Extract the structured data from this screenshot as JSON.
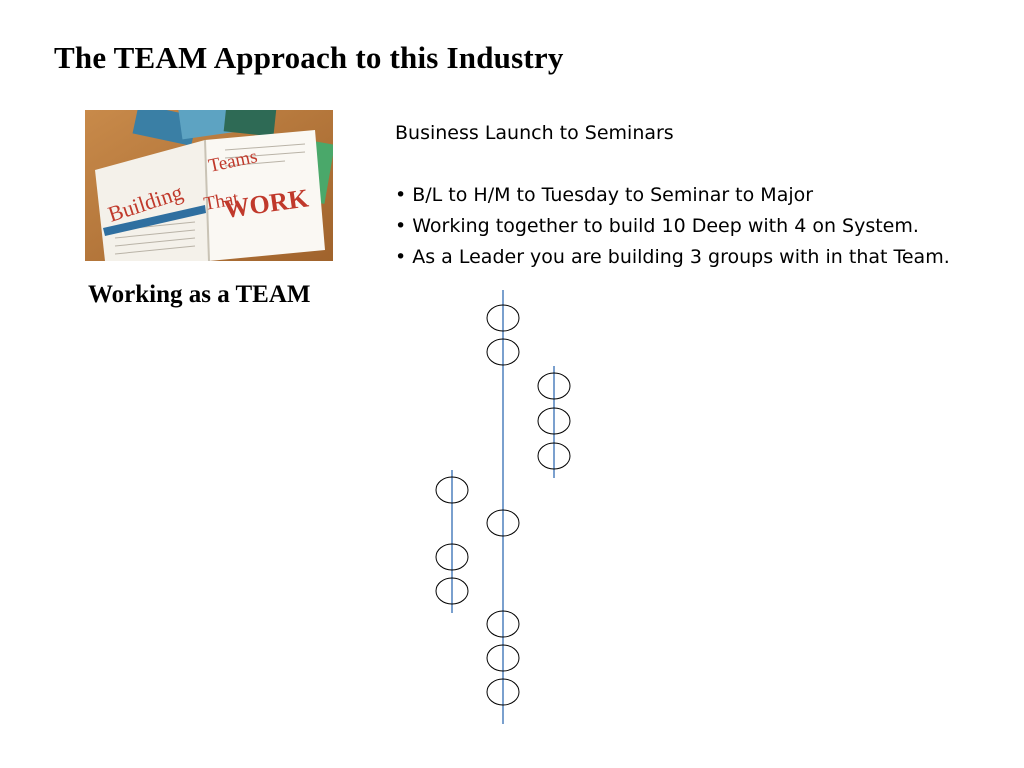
{
  "slide": {
    "title": "The TEAM Approach to this Industry",
    "caption": "Working as a TEAM"
  },
  "photo": {
    "word_1": "Building",
    "word_2": "Teams",
    "word_3": "That",
    "word_4": "WORK"
  },
  "content": {
    "heading": "Business Launch to Seminars",
    "bullets": [
      "B/L to H/M to Tuesday to Seminar to Major",
      "Working together to build 10 Deep with 4 on System.",
      "As a Leader you are building 3 groups with in that Team."
    ]
  },
  "colors": {
    "line": "#4f81bd",
    "circle_stroke": "#000000",
    "photo_red": "#c0392b"
  }
}
